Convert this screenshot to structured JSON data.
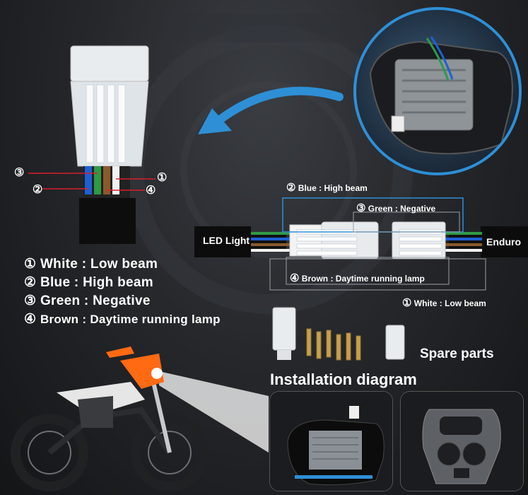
{
  "connector_callouts": {
    "top_right": "①",
    "top_left": "③",
    "bottom_left": "②",
    "bottom_right": "④"
  },
  "legend": [
    {
      "num": "①",
      "text": "White : Low beam"
    },
    {
      "num": "②",
      "text": "Blue : High beam"
    },
    {
      "num": "③",
      "text": "Green : Negative"
    },
    {
      "num": "④",
      "text": "Brown : Daytime running lamp"
    }
  ],
  "wiring": {
    "left_label": "LED Light",
    "right_label": "Enduro",
    "wire_labels": [
      {
        "num": "②",
        "text": "Blue : High beam"
      },
      {
        "num": "③",
        "text": "Green : Negative"
      },
      {
        "num": "④",
        "text": "Brown : Daytime running lamp"
      },
      {
        "num": "①",
        "text": "White : Low beam"
      }
    ]
  },
  "spare_parts_label": "Spare parts",
  "installation_label": "Installation diagram",
  "colors": {
    "accent_blue": "#2e8fd6",
    "wire_blue": "#1f5fd6",
    "wire_green": "#2e9a46",
    "wire_brown": "#8b5a2b",
    "wire_white": "#f2f2f2",
    "callout_red": "#d81e2a",
    "bike_orange": "#ff6a13"
  }
}
